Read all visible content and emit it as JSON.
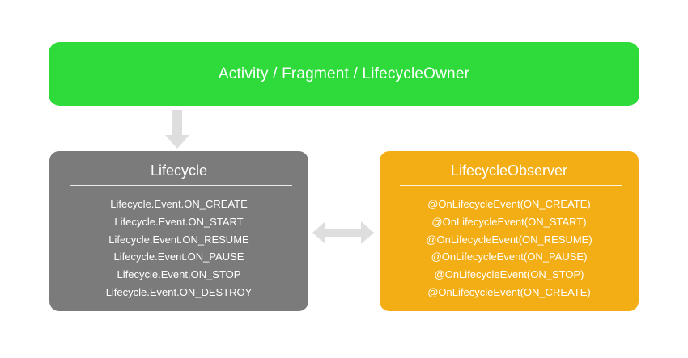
{
  "owner": {
    "label": "Activity / Fragment / LifecycleOwner"
  },
  "lifecycle": {
    "title": "Lifecycle",
    "events": [
      "Lifecycle.Event.ON_CREATE",
      "Lifecycle.Event.ON_START",
      "Lifecycle.Event.ON_RESUME",
      "Lifecycle.Event.ON_PAUSE",
      "Lifecycle.Event.ON_STOP",
      "Lifecycle.Event.ON_DESTROY"
    ]
  },
  "observer": {
    "title": "LifecycleObserver",
    "annotations": [
      "@OnLifecycleEvent(ON_CREATE)",
      "@OnLifecycleEvent(ON_START)",
      "@OnLifecycleEvent(ON_RESUME)",
      "@OnLifecycleEvent(ON_PAUSE)",
      "@OnLifecycleEvent(ON_STOP)",
      "@OnLifecycleEvent(ON_CREATE)"
    ]
  },
  "colors": {
    "owner_green": "#2edb3a",
    "lifecycle_gray": "#7b7b7b",
    "observer_orange": "#f2ae14",
    "arrow_gray": "#dedede"
  },
  "icons": {
    "down_arrow": "arrow-down-icon",
    "bidirectional_arrow": "arrow-left-right-icon"
  }
}
